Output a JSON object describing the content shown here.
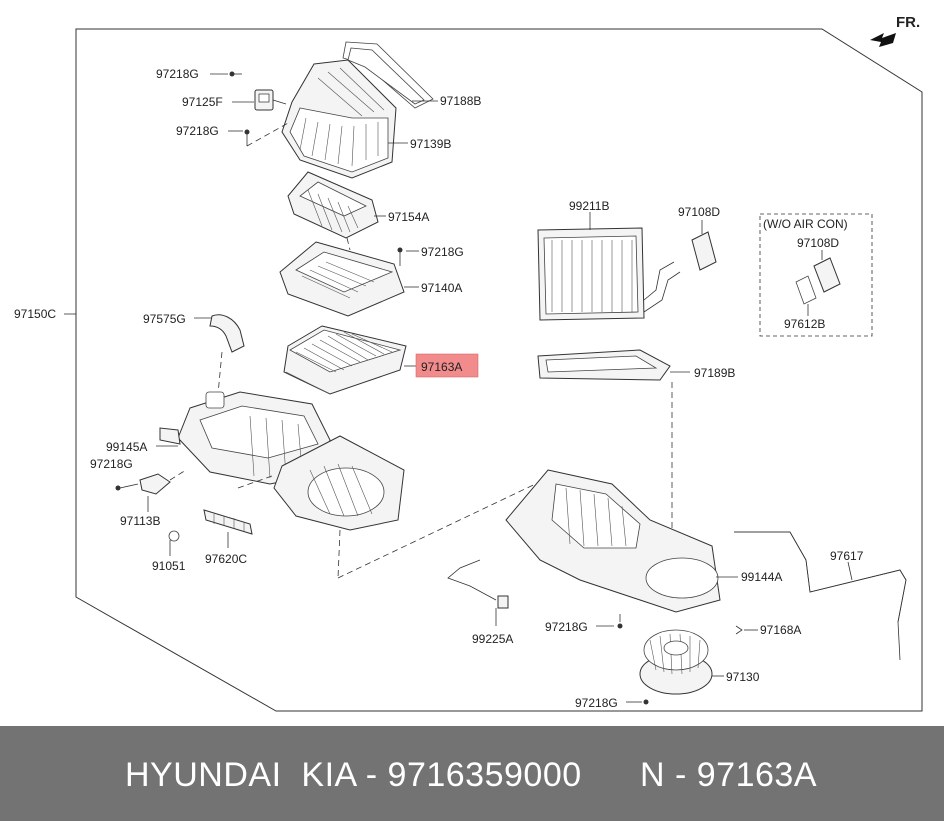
{
  "direction_label": "FR.",
  "parts": {
    "p_97218G_a": "97218G",
    "p_97125F": "97125F",
    "p_97218G_b": "97218G",
    "p_97188B": "97188B",
    "p_97139B": "97139B",
    "p_97154A": "97154A",
    "p_97218G_c": "97218G",
    "p_97140A": "97140A",
    "p_97150C": "97150C",
    "p_97575G": "97575G",
    "p_97163A": "97163A",
    "p_99145A": "99145A",
    "p_97218G_d": "97218G",
    "p_97113B": "97113B",
    "p_91051": "91051",
    "p_97620C": "97620C",
    "p_99211B": "99211B",
    "p_97108D_a": "97108D",
    "p_wo_aircon": "(W/O AIR CON)",
    "p_97108D_b": "97108D",
    "p_97612B": "97612B",
    "p_97189B": "97189B",
    "p_99144A": "99144A",
    "p_97617": "97617",
    "p_99225A": "99225A",
    "p_97218G_e": "97218G",
    "p_97168A": "97168A",
    "p_97130": "97130",
    "p_97218G_f": "97218G"
  },
  "highlight_color": "#f28b8b",
  "footer": {
    "brand": "HYUNDAI  KIA - 9716359000",
    "ref": "N - 97163A"
  }
}
